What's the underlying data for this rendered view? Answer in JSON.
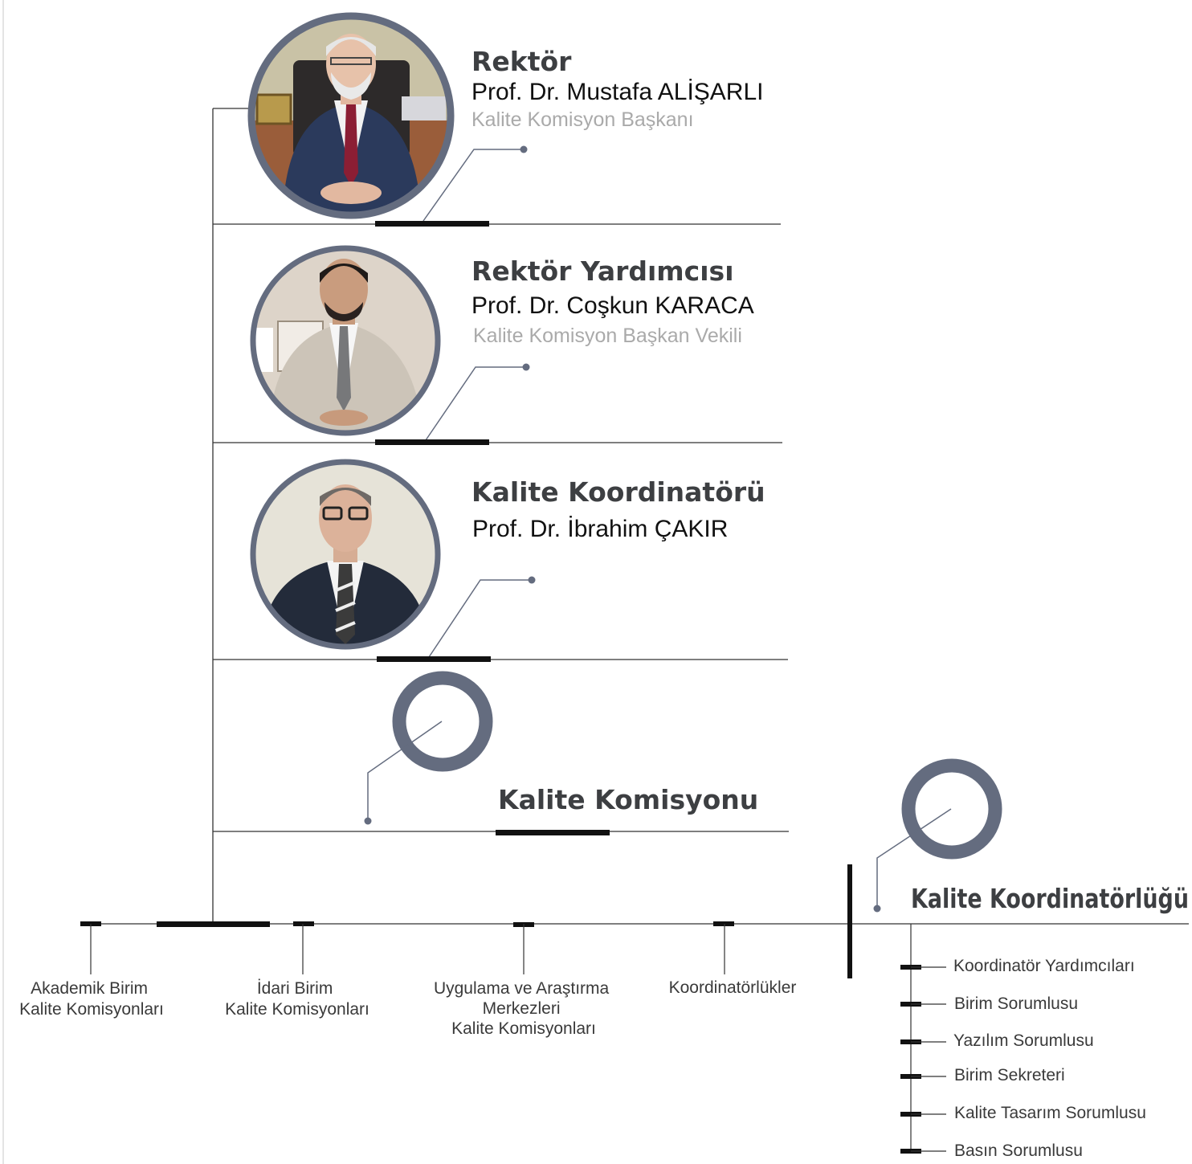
{
  "people": [
    {
      "role": "Rektör",
      "name": "Prof. Dr. Mustafa ALİŞARLI",
      "subtitle": "Kalite Komisyon Başkanı",
      "photo": "portrait-rector"
    },
    {
      "role": "Rektör Yardımcısı",
      "name": "Prof. Dr. Coşkun KARACA",
      "subtitle": "Kalite Komisyon Başkan Vekili",
      "photo": "portrait-vice-rector"
    },
    {
      "role": "Kalite Koordinatörü",
      "name": "Prof. Dr. İbrahim ÇAKIR",
      "photo": "portrait-coordinator"
    }
  ],
  "commission": {
    "title": "Kalite Komisyonu"
  },
  "bottom_units": [
    [
      "Akademik Birim",
      "Kalite Komisyonları"
    ],
    [
      "İdari Birim",
      "Kalite Komisyonları"
    ],
    [
      "Uygulama ve Araştırma",
      "Merkezleri",
      "Kalite Komisyonları"
    ],
    [
      "Koordinatörlükler"
    ]
  ],
  "coordinatorship": {
    "title": "Kalite Koordinatörlüğü",
    "staff": [
      "Koordinatör Yardımcıları",
      "Birim Sorumlusu",
      "Yazılım Sorumlusu",
      "Birim Sekreteri",
      "Kalite Tasarım Sorumlusu",
      "Basın Sorumlusu"
    ]
  },
  "colors": {
    "ring": "#646c7f",
    "line": "#333333",
    "bar": "#111111",
    "role_text": "#3d3f42",
    "subtitle_text": "#aaaaaa"
  }
}
